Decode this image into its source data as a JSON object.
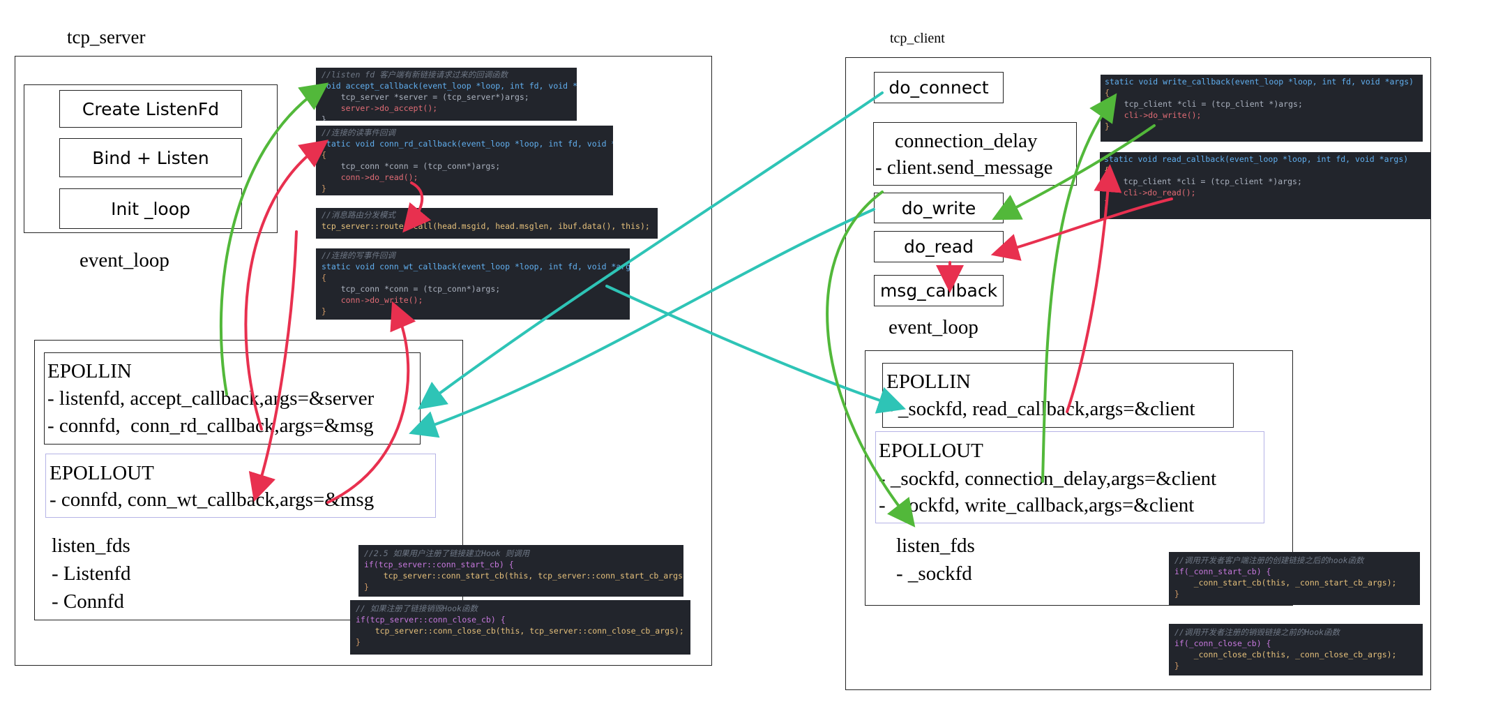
{
  "server": {
    "title": "tcp_server",
    "init_buttons": [
      "Create ListenFd",
      "Bind + Listen",
      "Init _loop"
    ],
    "event_loop_label": "event_loop",
    "epollin": {
      "heading": "EPOLLIN",
      "lines": [
        "- listenfd, accept_callback,args=&server",
        "- connfd,  conn_rd_callback,args=&msg"
      ]
    },
    "epollout": {
      "heading": "EPOLLOUT",
      "lines": [
        "- connfd, conn_wt_callback,args=&msg"
      ]
    },
    "listen_fds": {
      "heading": "listen_fds",
      "lines": [
        "- Listenfd",
        "- Connfd"
      ]
    },
    "code": {
      "accept": [
        "//listen fd 客户端有新链接请求过来的回调函数",
        "void accept_callback(event_loop *loop, int fd, void *args){",
        "    tcp_server *server = (tcp_server*)args;",
        "    server->do_accept();",
        "}"
      ],
      "conn_rd": [
        "//连接的读事件回调",
        "static void conn_rd_callback(event_loop *loop, int fd, void *args)",
        "{",
        "    tcp_conn *conn = (tcp_conn*)args;",
        "    conn->do_read();",
        "}"
      ],
      "router": [
        "//消息路由分发模式",
        "tcp_server::router.call(head.msgid, head.msglen, ibuf.data(), this);"
      ],
      "conn_wt": [
        "//连接的写事件回调",
        "static void conn_wt_callback(event_loop *loop, int fd, void *args)",
        "{",
        "    tcp_conn *conn = (tcp_conn*)args;",
        "    conn->do_write();",
        "}"
      ],
      "start_hook": [
        "//2.5 如果用户注册了链接建立Hook 则调用",
        "if(tcp_server::conn_start_cb) {",
        "    tcp_server::conn_start_cb(this, tcp_server::conn_start_cb_args);",
        "}"
      ],
      "close_hook": [
        "// 如果注册了链接销毁Hook函数",
        "if(tcp_server::conn_close_cb) {",
        "    tcp_server::conn_close_cb(this, tcp_server::conn_close_cb_args);",
        "}"
      ]
    }
  },
  "client": {
    "title": "tcp_client",
    "do_connect": "do_connect",
    "connection_delay": [
      "connection_delay",
      "- client.send_message"
    ],
    "do_write": "do_write",
    "do_read": "do_read",
    "msg_callback": "msg_callback",
    "event_loop_label": "event_loop",
    "epollin": {
      "heading": "EPOLLIN",
      "lines": [
        "- _sockfd, read_callback,args=&client"
      ]
    },
    "epollout": {
      "heading": "EPOLLOUT",
      "lines": [
        "- _sockfd, connection_delay,args=&client",
        "- _sockfd, write_callback,args=&client"
      ]
    },
    "listen_fds": {
      "heading": "listen_fds",
      "lines": [
        "- _sockfd"
      ]
    },
    "code": {
      "write_cb": [
        "static void write_callback(event_loop *loop, int fd, void *args)",
        "{",
        "    tcp_client *cli = (tcp_client *)args;",
        "    cli->do_write();",
        "}"
      ],
      "read_cb": [
        "static void read_callback(event_loop *loop, int fd, void *args)",
        "{",
        "    tcp_client *cli = (tcp_client *)args;",
        "    cli->do_read();",
        "}"
      ],
      "start_hook": [
        "//调用开发者客户端注册的创建链接之后的hook函数",
        "if(_conn_start_cb) {",
        "    _conn_start_cb(this, _conn_start_cb_args);",
        "}"
      ],
      "close_hook": [
        "//调用开发者注册的销毁链接之前的Hook函数",
        "if(_conn_close_cb) {",
        "    _conn_close_cb(this, _conn_close_cb_args);",
        "}"
      ]
    }
  },
  "colors": {
    "green": "#52b83a",
    "red": "#e8304f",
    "teal": "#2ec4b6",
    "code_bg": "#22252c"
  }
}
